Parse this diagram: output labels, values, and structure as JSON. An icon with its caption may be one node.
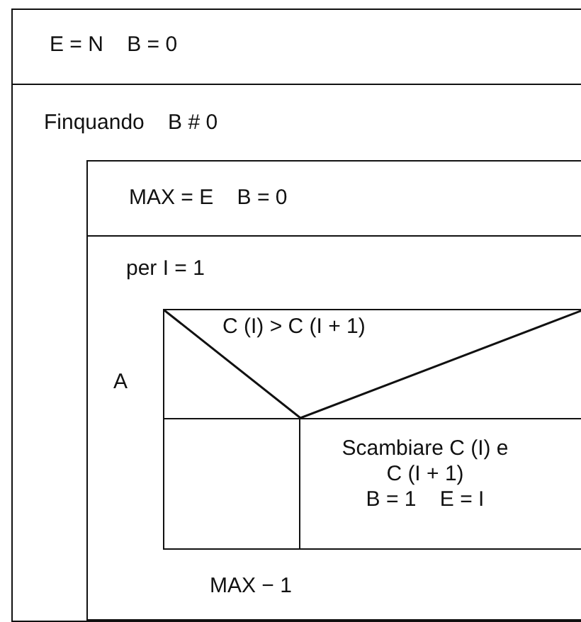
{
  "diagram": {
    "nodes": [
      {
        "text": [
          "E = N    B = 0"
        ]
      },
      {
        "text": [
          "Finquando    B # 0"
        ]
      },
      {
        "text": [
          "MAX = E    B = 0"
        ],
        "in": 1
      },
      {
        "text": [
          "per I = 1",
          "A",
          "MAX − 1"
        ],
        "in": 1
      },
      {
        "text": [
          "C (I) > C (I + 1)"
        ],
        "in": 3
      },
      {
        "text": [],
        "shape": "box",
        "in": 3
      },
      {
        "text": [
          "Scambiare C (I) e C (I + 1)",
          "B = 1    E = I"
        ],
        "in": 3
      }
    ]
  }
}
